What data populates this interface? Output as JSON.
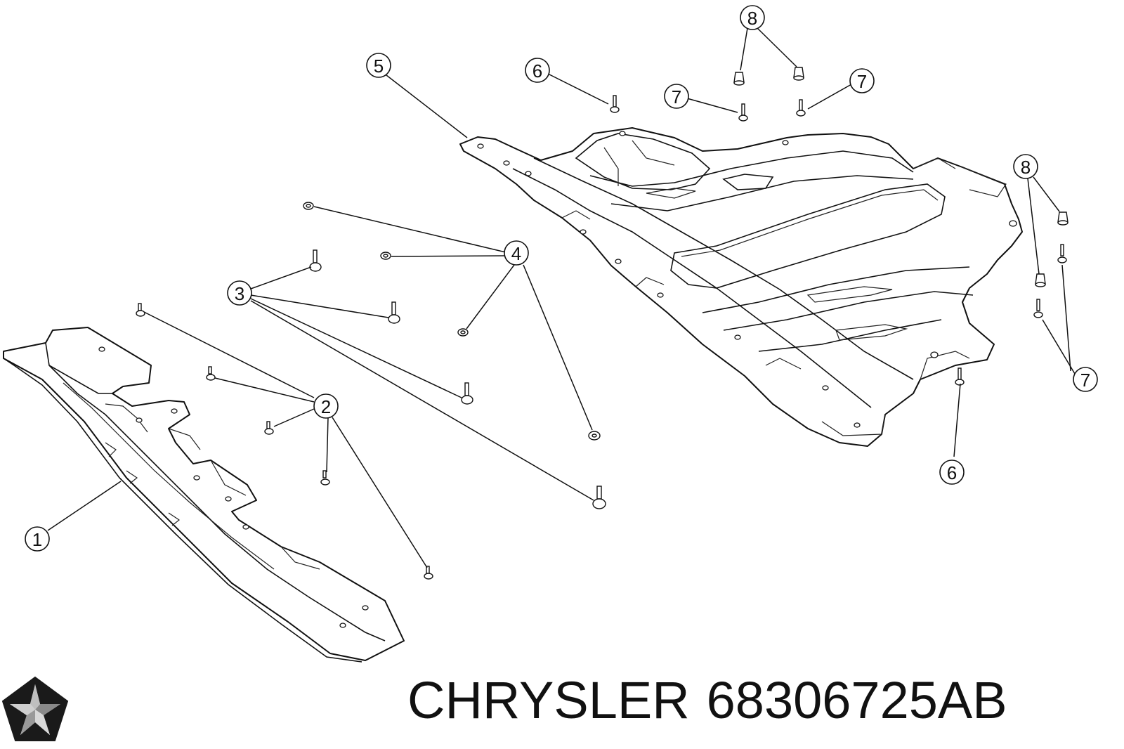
{
  "brand": "CHRYSLER",
  "part_number": "68306725AB",
  "logo_icon": "chrysler-pentastar-icon",
  "callouts": [
    {
      "id": "c1",
      "label": "1"
    },
    {
      "id": "c2",
      "label": "2"
    },
    {
      "id": "c3",
      "label": "3"
    },
    {
      "id": "c4",
      "label": "4"
    },
    {
      "id": "c5",
      "label": "5"
    },
    {
      "id": "c6a",
      "label": "6"
    },
    {
      "id": "c6b",
      "label": "6"
    },
    {
      "id": "c7a",
      "label": "7"
    },
    {
      "id": "c7b",
      "label": "7"
    },
    {
      "id": "c7c",
      "label": "7"
    },
    {
      "id": "c8a",
      "label": "8"
    },
    {
      "id": "c8b",
      "label": "8"
    }
  ]
}
